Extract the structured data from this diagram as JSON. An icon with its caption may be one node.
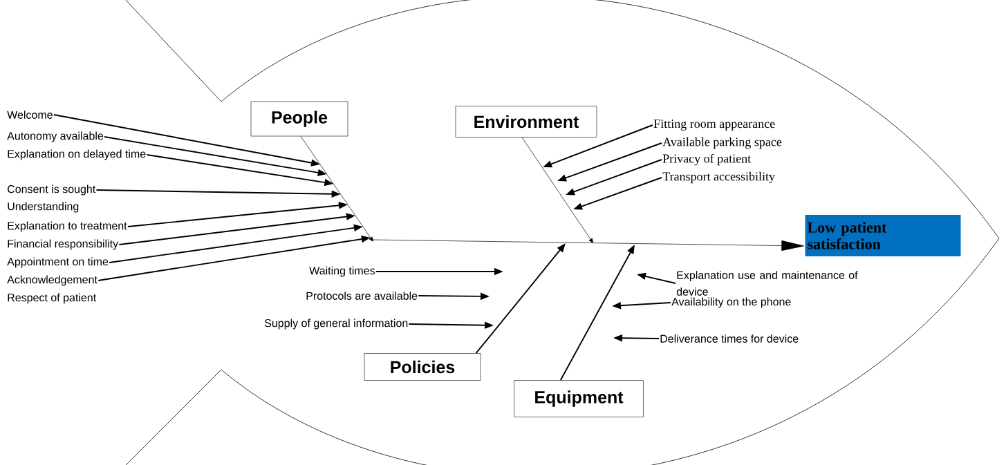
{
  "diagram": {
    "nodes": [
      {
        "text": [
          "People"
        ]
      },
      {
        "text": [
          "Environment"
        ]
      },
      {
        "text": [
          "Policies"
        ]
      },
      {
        "text": [
          "Equipment"
        ]
      },
      {
        "text": [
          "Low patient satisfaction"
        ]
      },
      {
        "text": [
          "Welcome"
        ]
      },
      {
        "text": [
          "Autonomy available"
        ]
      },
      {
        "text": [
          "Explanation on delayed time"
        ]
      },
      {
        "text": [
          "Consent is sought"
        ]
      },
      {
        "text": [
          "Understanding"
        ]
      },
      {
        "text": [
          "Explanation to treatment"
        ]
      },
      {
        "text": [
          "Financial responsibility"
        ]
      },
      {
        "text": [
          "Appointment on time"
        ]
      },
      {
        "text": [
          "Acknowledgement"
        ]
      },
      {
        "text": [
          "Respect of patient"
        ]
      },
      {
        "text": [
          "Fitting room appearance"
        ]
      },
      {
        "text": [
          "Available parking space"
        ]
      },
      {
        "text": [
          "Privacy of patient"
        ]
      },
      {
        "text": [
          "Transport accessibility"
        ]
      },
      {
        "text": [
          "Waiting times"
        ]
      },
      {
        "text": [
          "Protocols are available"
        ]
      },
      {
        "text": [
          "Supply of general information"
        ]
      },
      {
        "text": [
          "Explanation use and maintenance of device"
        ]
      },
      {
        "text": [
          "Availability on the phone"
        ]
      },
      {
        "text": [
          "Deliverance times for device"
        ]
      }
    ],
    "edges": [
      {
        "from": null,
        "to": 4,
        "arrow": "to"
      },
      {
        "from": 0,
        "to": null,
        "arrow": "to"
      },
      {
        "from": 1,
        "to": null,
        "arrow": "to"
      },
      {
        "from": 2,
        "to": null,
        "arrow": "to"
      },
      {
        "from": 3,
        "to": null,
        "arrow": "to"
      },
      {
        "from": 5,
        "to": null,
        "arrow": "to"
      },
      {
        "from": 6,
        "to": null,
        "arrow": "to"
      },
      {
        "from": 7,
        "to": null,
        "arrow": "to"
      },
      {
        "from": 8,
        "to": null,
        "arrow": "to"
      },
      {
        "from": 10,
        "to": null,
        "arrow": "to"
      },
      {
        "from": 11,
        "to": null,
        "arrow": "to"
      },
      {
        "from": 12,
        "to": null,
        "arrow": "to"
      },
      {
        "from": 13,
        "to": null,
        "arrow": "to"
      },
      {
        "from": 15,
        "to": null,
        "arrow": "to"
      },
      {
        "from": 16,
        "to": null,
        "arrow": "to"
      },
      {
        "from": 17,
        "to": null,
        "arrow": "to"
      },
      {
        "from": 18,
        "to": null,
        "arrow": "to"
      },
      {
        "from": 19,
        "to": null,
        "arrow": "to"
      },
      {
        "from": 20,
        "to": null,
        "arrow": "to"
      },
      {
        "from": 21,
        "to": null,
        "arrow": "to"
      },
      {
        "from": 22,
        "to": null,
        "arrow": "to"
      },
      {
        "from": 23,
        "to": null,
        "arrow": "to"
      },
      {
        "from": 24,
        "to": null,
        "arrow": "to"
      }
    ]
  }
}
